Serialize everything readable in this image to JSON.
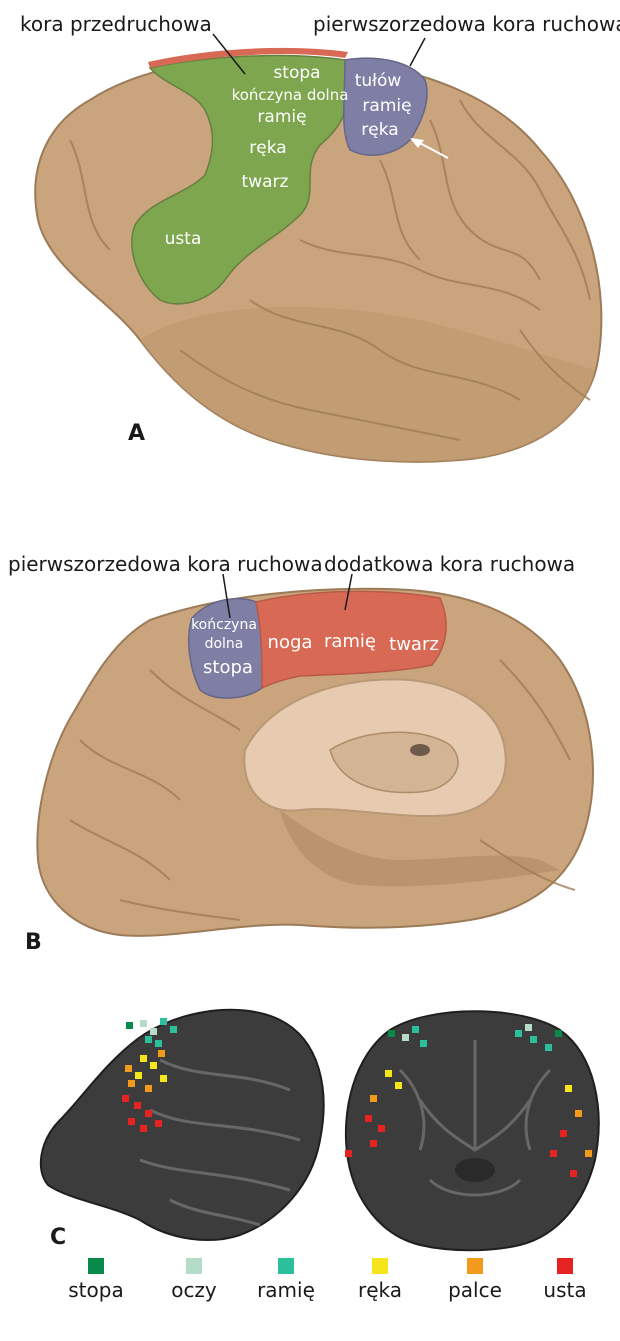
{
  "panel_a": {
    "letter": "A",
    "callout_premotor": "kora przedruchowa",
    "callout_primary": "pierwszorzedowa kora ruchowa",
    "premotor_labels": [
      "stopa",
      "kończyna dolna",
      "ramię",
      "ręka",
      "twarz",
      "usta"
    ],
    "primary_labels": [
      "tułów",
      "ramię",
      "ręka"
    ]
  },
  "panel_b": {
    "letter": "B",
    "callout_primary": "pierwszorzedowa kora ruchowa",
    "callout_supplementary": "dodatkowa kora ruchowa",
    "primary_labels": [
      "kończyna",
      "dolna",
      "stopa"
    ],
    "supplementary_labels": [
      "noga",
      "ramię",
      "twarz"
    ]
  },
  "panel_c": {
    "letter": "C",
    "legend": [
      {
        "label": "stopa",
        "color": "#0a8a4a"
      },
      {
        "label": "oczy",
        "color": "#b5dcc8"
      },
      {
        "label": "ramię",
        "color": "#2bbf9c"
      },
      {
        "label": "ręka",
        "color": "#f4e61a"
      },
      {
        "label": "palce",
        "color": "#f39a1c"
      },
      {
        "label": "usta",
        "color": "#e52421"
      }
    ]
  },
  "colors": {
    "brain": "#c9a47c",
    "premotor": "#7ea64e",
    "primary": "#7f7fa6",
    "supplementary": "#d86a55",
    "mri": "#3c3c3c"
  }
}
